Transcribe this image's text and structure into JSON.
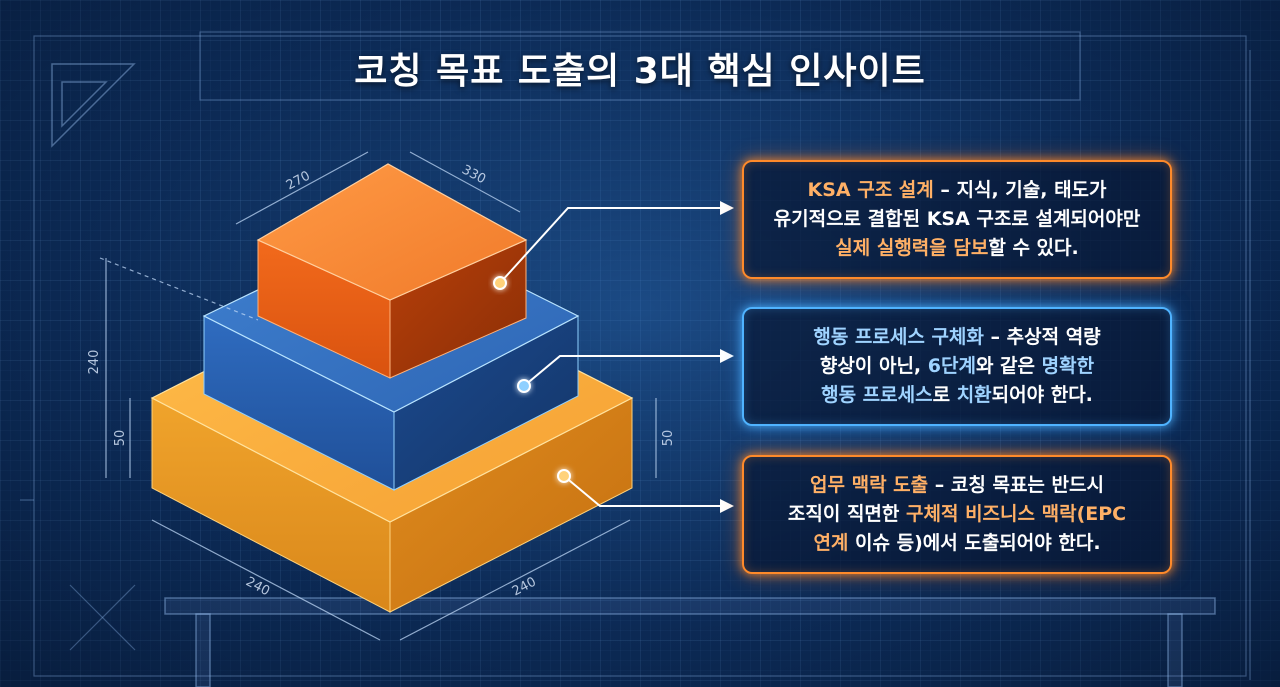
{
  "title": "코칭 목표 도출의 3대 핵심 인사이트",
  "dimensions": {
    "top_left": "270",
    "top_right": "330",
    "height_total": "240",
    "height_left_base": "50",
    "height_right_base": "50",
    "bottom_left": "240",
    "bottom_right": "240"
  },
  "cards": [
    {
      "id": "ksa",
      "color": "orange",
      "lines": [
        [
          {
            "t": "KSA 구조 설계",
            "hl": true
          },
          {
            "t": " – 지식, 기술, 태도가",
            "hl": false
          }
        ],
        [
          {
            "t": "유기적으로 결합된 KSA 구조로 설계되어야만",
            "hl": false
          }
        ],
        [
          {
            "t": "실제 실행력을 담보",
            "hl": true
          },
          {
            "t": "할 수 있다.",
            "hl": false
          }
        ]
      ]
    },
    {
      "id": "process",
      "color": "blue",
      "lines": [
        [
          {
            "t": "행동 프로세스 구체화",
            "hl": true
          },
          {
            "t": " – 추상적 역량",
            "hl": false
          }
        ],
        [
          {
            "t": "향상이 아닌, ",
            "hl": false
          },
          {
            "t": "6단계",
            "hl": true
          },
          {
            "t": "와 같은 ",
            "hl": false
          },
          {
            "t": "명확한",
            "hl": true
          }
        ],
        [
          {
            "t": "행동 프로세스",
            "hl": true
          },
          {
            "t": "로 ",
            "hl": false
          },
          {
            "t": "치환",
            "hl": true
          },
          {
            "t": "되어야 한다.",
            "hl": false
          }
        ]
      ]
    },
    {
      "id": "context",
      "color": "orange",
      "lines": [
        [
          {
            "t": "업무 맥락 도출",
            "hl": true
          },
          {
            "t": " – 코칭 목표는 반드시",
            "hl": false
          }
        ],
        [
          {
            "t": "조직이 직면한 ",
            "hl": false
          },
          {
            "t": "구체적 비즈니스 맥락(EPC",
            "hl": true
          }
        ],
        [
          {
            "t": "연계",
            "hl": true
          },
          {
            "t": " 이슈 등)에서 도출되어야 한다.",
            "hl": false
          }
        ]
      ]
    }
  ]
}
